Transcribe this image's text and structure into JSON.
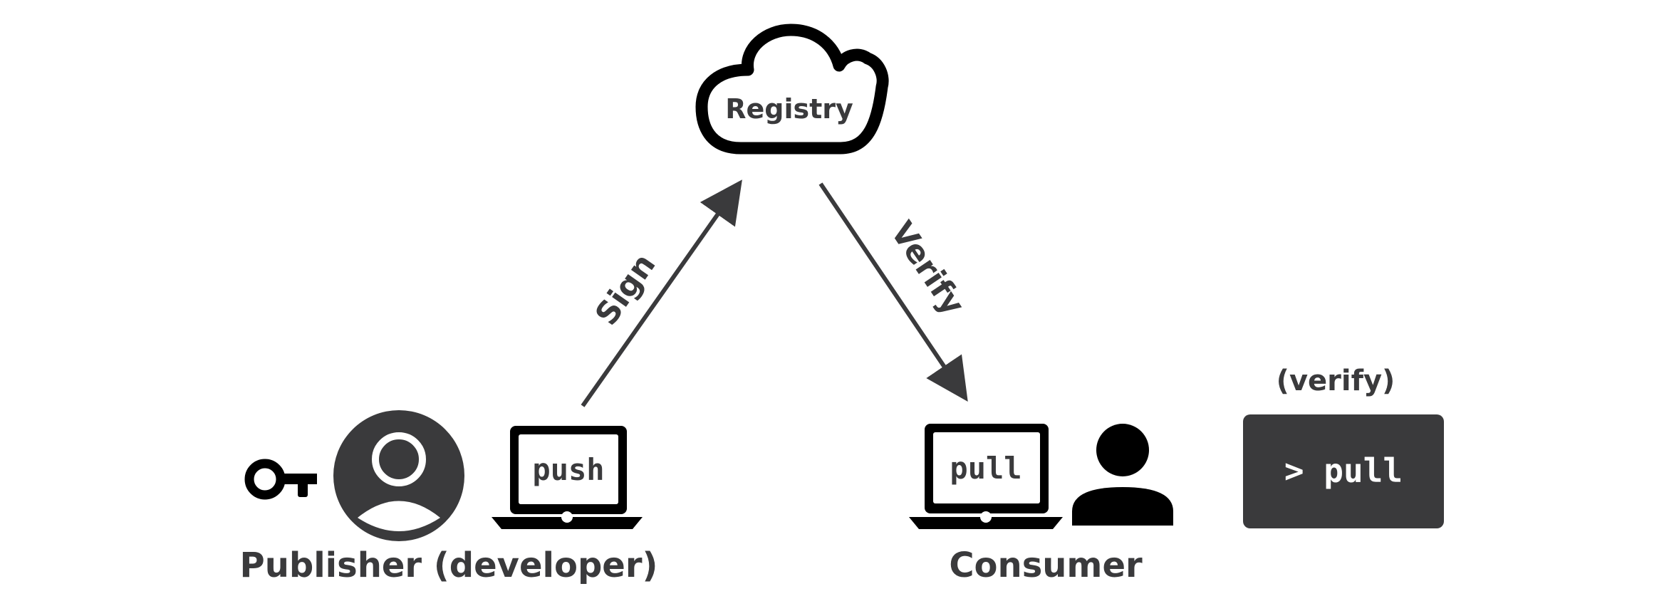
{
  "registry": {
    "label": "Registry"
  },
  "edges": {
    "sign": "Sign",
    "verify": "Verify"
  },
  "publisher": {
    "label": "Publisher (developer)",
    "laptop_text": "push",
    "icons": [
      "key-icon",
      "user-circle-icon",
      "laptop-icon"
    ]
  },
  "consumer": {
    "label": "Consumer",
    "laptop_text": "pull",
    "icons": [
      "laptop-icon",
      "user-icon"
    ]
  },
  "terminal": {
    "caption": "(verify)",
    "command": "> pull"
  },
  "colors": {
    "ink": "#3a3a3c",
    "black": "#000000",
    "terminal_bg": "#3a3a3c",
    "terminal_text": "#ffffff"
  }
}
